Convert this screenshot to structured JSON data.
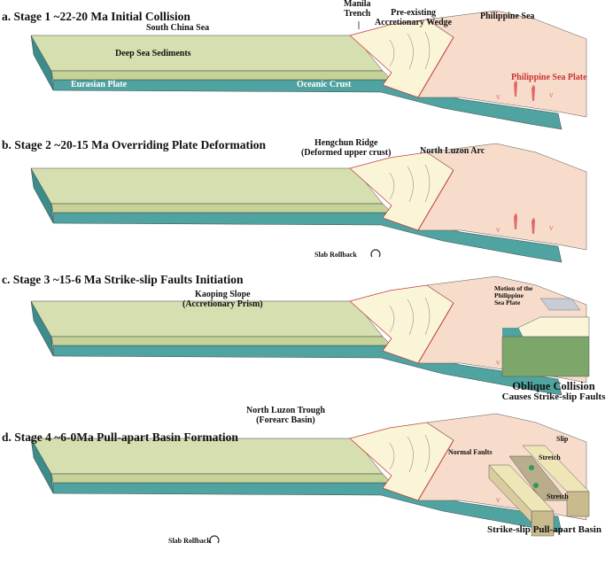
{
  "colors": {
    "sediment": "#d6dfaf",
    "sediment_front": "#c5d399",
    "crust": "#4fa3a0",
    "crust_dark": "#3b8c8a",
    "wedge": "#fbf5d8",
    "plate": "#f7dccb",
    "volcanic": "#e06a6a"
  },
  "stage_a": {
    "title": "a. Stage 1 ~22-20 Ma Initial Collision",
    "south_china_sea": "South China Sea",
    "manila_trench_1": "Manila",
    "manila_trench_2": "Trench",
    "wedge_1": "Pre-existing",
    "wedge_2": "Accretionary Wedge",
    "philippine_sea": "Philippine Sea",
    "deep_sea_sediments": "Deep Sea Sediments",
    "eurasian_plate": "Eurasian Plate",
    "oceanic_crust": "Oceanic Crust",
    "philippine_sea_plate": "Philippine Sea Plate"
  },
  "stage_b": {
    "title": "b. Stage 2 ~20-15 Ma Overriding Plate Deformation",
    "hengchun_1": "Hengchun Ridge",
    "hengchun_2": "(Deformed upper crust)",
    "north_luzon_arc": "North Luzon Arc",
    "slab_rollback": "Slab Rollback"
  },
  "stage_c": {
    "title": "c. Stage 3 ~15-6 Ma Strike-slip Faults Initiation",
    "kaoping_1": "Kaoping Slope",
    "kaoping_2": "(Accretionary Prism)",
    "inset": {
      "motion_1": "Motion of the",
      "motion_2": "Philippine",
      "motion_3": "Sea Plate",
      "caption_1": "Oblique Collision",
      "caption_2": "Causes Strike-slip Faults"
    }
  },
  "stage_d": {
    "title": "d. Stage 4 ~6-0Ma Pull-apart Basin Formation",
    "trough_1": "North Luzon Trough",
    "trough_2": "(Forearc Basin)",
    "slab_rollback": "Slab Rollback",
    "inset": {
      "slip": "Slip",
      "normal_faults": "Normal Faults",
      "stretch_1": "Stretch",
      "stretch_2": "Stretch",
      "caption": "Strike-slip Pull-apart Basin"
    }
  }
}
